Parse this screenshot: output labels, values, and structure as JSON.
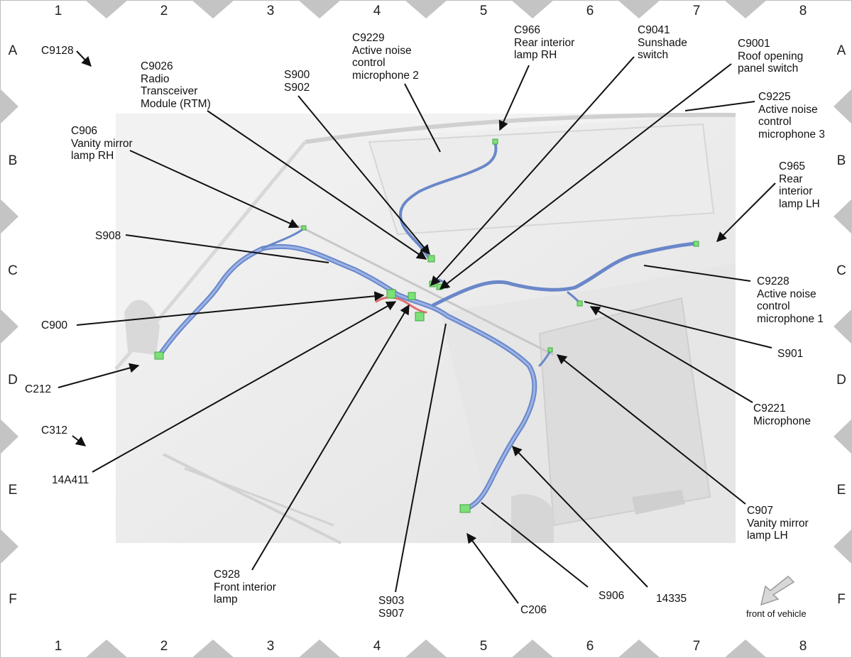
{
  "grid": {
    "cols": [
      "1",
      "2",
      "3",
      "4",
      "5",
      "6",
      "7",
      "8"
    ],
    "rows": [
      "A",
      "B",
      "C",
      "D",
      "E",
      "F"
    ]
  },
  "labels": {
    "c9128": [
      "C9128"
    ],
    "c9026": [
      "C9026",
      "Radio",
      "Transceiver",
      "Module (RTM)"
    ],
    "c906": [
      "C906",
      "Vanity mirror",
      "lamp RH"
    ],
    "s900": [
      "S900",
      "S902"
    ],
    "c9229": [
      "C9229",
      "Active noise",
      "control",
      "microphone 2"
    ],
    "c966": [
      "C966",
      "Rear interior",
      "lamp RH"
    ],
    "c9041": [
      "C9041",
      "Sunshade",
      "switch"
    ],
    "c9001": [
      "C9001",
      "Roof opening",
      "panel switch"
    ],
    "c9225": [
      "C9225",
      "Active noise",
      "control",
      "microphone 3"
    ],
    "c965": [
      "C965",
      "Rear",
      "interior",
      "lamp LH"
    ],
    "s908": [
      "S908"
    ],
    "c9228": [
      "C9228",
      "Active noise",
      "control",
      "microphone 1"
    ],
    "c900": [
      "C900"
    ],
    "s901": [
      "S901"
    ],
    "c212": [
      "C212"
    ],
    "c9221": [
      "C9221",
      "Microphone"
    ],
    "c312": [
      "C312"
    ],
    "a14411": [
      "14A411"
    ],
    "c907": [
      "C907",
      "Vanity mirror",
      "lamp LH"
    ],
    "c928": [
      "C928",
      "Front interior",
      "lamp"
    ],
    "s903": [
      "S903",
      "S907"
    ],
    "c206": [
      "C206"
    ],
    "s906": [
      "S906"
    ],
    "n14335": [
      "14335"
    ]
  },
  "front_label": "front of vehicle",
  "colors": {
    "harness": "#6a87c9",
    "connector": "#7de07a",
    "zone_marker": "#c4c4c4"
  }
}
